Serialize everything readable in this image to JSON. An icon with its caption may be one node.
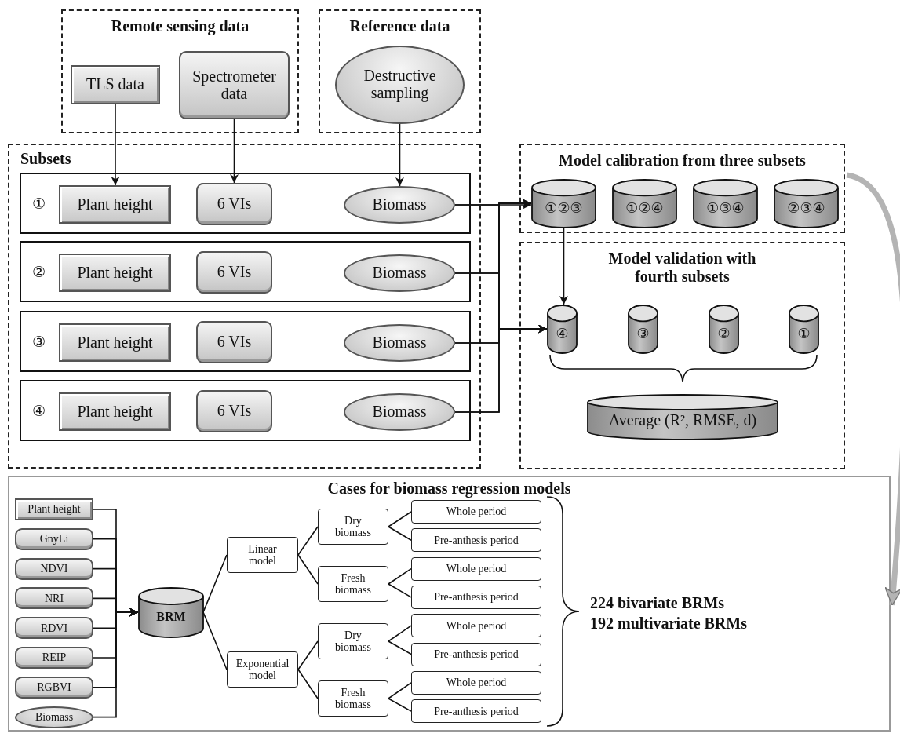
{
  "diagram": {
    "nodes": [
      {
        "text": [
          "Remote sensing data"
        ]
      },
      {
        "text": [
          "TLS data"
        ],
        "in": 0
      },
      {
        "text": [
          "Spectrometer data"
        ],
        "in": 0
      },
      {
        "text": [
          "Reference data"
        ]
      },
      {
        "text": [
          "Destructive sampling"
        ],
        "in": 3
      },
      {
        "text": [
          "Subsets"
        ]
      },
      {
        "text": [
          "①"
        ],
        "in": 5
      },
      {
        "text": [
          "Plant height"
        ],
        "in": 6
      },
      {
        "text": [
          "6 VIs"
        ],
        "in": 6
      },
      {
        "text": [
          "Biomass"
        ],
        "in": 6
      },
      {
        "text": [
          "②"
        ],
        "in": 5
      },
      {
        "text": [
          "Plant height"
        ],
        "in": 10
      },
      {
        "text": [
          "6 VIs"
        ],
        "in": 10
      },
      {
        "text": [
          "Biomass"
        ],
        "in": 10
      },
      {
        "text": [
          "③"
        ],
        "in": 5
      },
      {
        "text": [
          "Plant height"
        ],
        "in": 14
      },
      {
        "text": [
          "6 VIs"
        ],
        "in": 14
      },
      {
        "text": [
          "Biomass"
        ],
        "in": 14
      },
      {
        "text": [
          "④"
        ],
        "in": 5
      },
      {
        "text": [
          "Plant height"
        ],
        "in": 18
      },
      {
        "text": [
          "6 VIs"
        ],
        "in": 18
      },
      {
        "text": [
          "Biomass"
        ],
        "in": 18
      },
      {
        "text": [
          "Model calibration from three subsets"
        ]
      },
      {
        "text": [
          "①②③"
        ],
        "in": 22
      },
      {
        "text": [
          "①②④"
        ],
        "in": 22
      },
      {
        "text": [
          "①③④"
        ],
        "in": 22
      },
      {
        "text": [
          "②③④"
        ],
        "in": 22
      },
      {
        "text": [
          "Model validation with fourth subsets"
        ]
      },
      {
        "text": [
          "④"
        ],
        "in": 27
      },
      {
        "text": [
          "③"
        ],
        "in": 27
      },
      {
        "text": [
          "②"
        ],
        "in": 27
      },
      {
        "text": [
          "①"
        ],
        "in": 27
      },
      {
        "text": [
          "Average (R², RMSE, d)"
        ],
        "in": 27
      },
      {
        "text": [
          "Cases for biomass regression models"
        ]
      },
      {
        "text": [
          "Plant height"
        ],
        "in": 33
      },
      {
        "text": [
          "GnyLi"
        ],
        "in": 33
      },
      {
        "text": [
          "NDVI"
        ],
        "in": 33
      },
      {
        "text": [
          "NRI"
        ],
        "in": 33
      },
      {
        "text": [
          "RDVI"
        ],
        "in": 33
      },
      {
        "text": [
          "REIP"
        ],
        "in": 33
      },
      {
        "text": [
          "RGBVI"
        ],
        "in": 33
      },
      {
        "text": [
          "Biomass"
        ],
        "in": 33
      },
      {
        "text": [
          "BRM"
        ],
        "in": 33
      },
      {
        "text": [
          "Linear model"
        ],
        "in": 33
      },
      {
        "text": [
          "Exponential model"
        ],
        "in": 33
      },
      {
        "text": [
          "Dry biomass"
        ],
        "in": 33
      },
      {
        "text": [
          "Fresh biomass"
        ],
        "in": 33
      },
      {
        "text": [
          "Dry biomass"
        ],
        "in": 33
      },
      {
        "text": [
          "Fresh biomass"
        ],
        "in": 33
      },
      {
        "text": [
          "Whole period"
        ],
        "in": 33
      },
      {
        "text": [
          "Pre-anthesis period"
        ],
        "in": 33
      },
      {
        "text": [
          "Whole period"
        ],
        "in": 33
      },
      {
        "text": [
          "Pre-anthesis period"
        ],
        "in": 33
      },
      {
        "text": [
          "Whole period"
        ],
        "in": 33
      },
      {
        "text": [
          "Pre-anthesis period"
        ],
        "in": 33
      },
      {
        "text": [
          "Whole period"
        ],
        "in": 33
      },
      {
        "text": [
          "Pre-anthesis period"
        ],
        "in": 33
      }
    ],
    "edges": [
      {
        "from": 1,
        "to": 7,
        "arrow": "to"
      },
      {
        "from": 2,
        "to": 8,
        "arrow": "to"
      },
      {
        "from": 4,
        "to": 9,
        "arrow": "to"
      },
      {
        "from": 9,
        "to": 23,
        "arrow": "to"
      },
      {
        "from": 13,
        "to": 23,
        "arrow": "to"
      },
      {
        "from": 17,
        "to": 23,
        "arrow": "to"
      },
      {
        "from": 21,
        "to": 23,
        "arrow": "to"
      },
      {
        "from": 9,
        "to": 28,
        "arrow": "to"
      },
      {
        "from": 13,
        "to": 28,
        "arrow": "to"
      },
      {
        "from": 17,
        "to": 28,
        "arrow": "to"
      },
      {
        "from": 21,
        "to": 28,
        "arrow": "to"
      },
      {
        "from": 23,
        "to": 28,
        "arrow": "to"
      },
      {
        "from": 34,
        "to": 42,
        "arrow": "to"
      },
      {
        "from": 35,
        "to": 42,
        "arrow": "to"
      },
      {
        "from": 36,
        "to": 42,
        "arrow": "to"
      },
      {
        "from": 37,
        "to": 42,
        "arrow": "to"
      },
      {
        "from": 38,
        "to": 42,
        "arrow": "to"
      },
      {
        "from": 39,
        "to": 42,
        "arrow": "to"
      },
      {
        "from": 40,
        "to": 42,
        "arrow": "to"
      },
      {
        "from": 41,
        "to": 42,
        "arrow": "to"
      },
      {
        "from": 42,
        "to": 43,
        "arrow": "none"
      },
      {
        "from": 42,
        "to": 44,
        "arrow": "none"
      },
      {
        "from": 43,
        "to": 45,
        "arrow": "none"
      },
      {
        "from": 43,
        "to": 46,
        "arrow": "none"
      },
      {
        "from": 44,
        "to": 47,
        "arrow": "none"
      },
      {
        "from": 44,
        "to": 48,
        "arrow": "none"
      },
      {
        "from": 45,
        "to": 49,
        "arrow": "none"
      },
      {
        "from": 45,
        "to": 50,
        "arrow": "none"
      },
      {
        "from": 46,
        "to": 51,
        "arrow": "none"
      },
      {
        "from": 46,
        "to": 52,
        "arrow": "none"
      },
      {
        "from": 47,
        "to": 53,
        "arrow": "none"
      },
      {
        "from": 47,
        "to": 54,
        "arrow": "none"
      },
      {
        "from": 48,
        "to": 55,
        "arrow": "none"
      },
      {
        "from": 48,
        "to": 56,
        "arrow": "none"
      },
      {
        "from": 22,
        "to": 33,
        "arrow": "to",
        "style": "thick",
        "color": "#b4b4b4"
      }
    ],
    "labels": [
      "224 bivariate BRMs",
      "192 multivariate BRMs"
    ]
  }
}
